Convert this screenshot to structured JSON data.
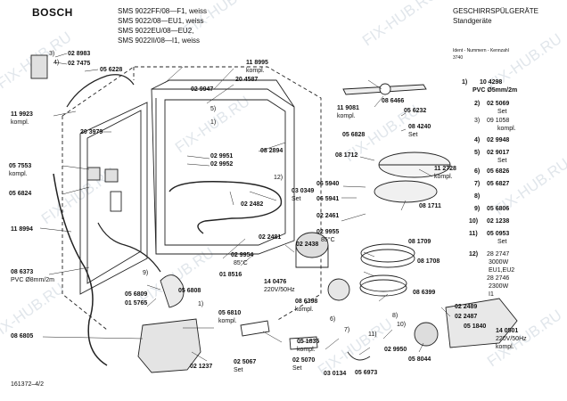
{
  "header": {
    "brand": "BOSCH",
    "models": [
      "SMS 9022FF/08—F1, weiss",
      "SMS 9022/08—EU1, weiss",
      "SMS 9022EU/08—EU2,",
      "SMS 9022II/08—I1, weiss"
    ],
    "category": "GESCHIRRSPÜLGERÄTE",
    "subcategory": "Standgeräte",
    "ident_label": "Ident - Nummern - Kennzahl",
    "ident_value": "3740"
  },
  "footer": {
    "drawing_number": "161372–4/2"
  },
  "watermark": "FIX-HUB.RU",
  "callouts": {
    "c3": "3)",
    "c4": "4)",
    "p02_8983": "02 8983",
    "p02_7475": "02 7475",
    "p05_6228": "05 6228",
    "p11_8995": "11 8995",
    "kompl_a": "kompl.",
    "p20_4587": "20 4587",
    "p02_9947": "02 9947",
    "c5": "5)",
    "c1a": "1)",
    "p11_9923": "11 9923",
    "kompl_b": "kompl.",
    "p20_3979": "20 3979",
    "p02_9951": "02 9951",
    "p02_9952": "02 9952",
    "p08_2894": "08 2894",
    "p05_7553": "05 7553",
    "kompl_c": "kompl.",
    "p05_6824": "05 6824",
    "c12": "12)",
    "p03_0349": "03 0349",
    "set_a": "Set",
    "p02_2482": "02 2482",
    "p11_8994": "11 8994",
    "p02_2481a": "02 2481",
    "p02_2438": "02 2438",
    "p02_9954": "02 9954",
    "deg85a": "85°C",
    "p01_8516": "01 8516",
    "p08_6373": "08 6373",
    "pvc8": "PVC Ø8mm/2m",
    "c9": "9)",
    "p05_6809": "05 6809",
    "p05_6808": "05 6808",
    "p01_5765": "01 5765",
    "c1b": "1)",
    "p05_6810": "05 6810",
    "kompl_d": "kompl.",
    "p08_6805": "08 6805",
    "p02_1237": "02 1237",
    "p05_1835": "05 1835",
    "kompl_e": "kompl.",
    "p02_5067": "02 5067",
    "set_b": "Set",
    "p02_5070": "02 5070",
    "set_c": "Set",
    "p14_0476": "14 0476",
    "v220a": "220V/50Hz",
    "p08_6398": "08 6398",
    "kompl_f": "kompl.",
    "c6": "6)",
    "c7": "7)",
    "p03_0134": "03 0134",
    "p05_6973": "05 6973",
    "p02_9950": "02 9950",
    "p05_8044": "05 8044",
    "c11": "11)",
    "c10": "10)",
    "c8": "8)",
    "p02_2489": "02 2489",
    "p02_2487": "02 2487",
    "p05_1840": "05 1840",
    "p14_0501": "14 0501",
    "v220b": "220V/50Hz",
    "kompl_g": "kompl.",
    "p08_6399": "08 6399",
    "p08_1708": "08 1708",
    "p08_1709": "08 1709",
    "p08_6466": "08 6466",
    "p11_9081": "11 9081",
    "kompl_h": "kompl.",
    "p05_6232": "05 6232",
    "p08_4240": "08 4240",
    "set_d": "Set",
    "p05_6828": "05 6828",
    "p08_1712": "08 1712",
    "p11_2728": "11 2728",
    "kompl_i": "kompl.",
    "p08_1711": "08 1711",
    "p06_5940": "06 5940",
    "p06_5941": "06 5941",
    "p02_2461": "02 2461",
    "p02_9955": "02 9955",
    "deg85b": "85°C"
  },
  "legend": [
    {
      "key": "1)",
      "value": "10 4298",
      "extra": "PVC Ø5mm/2m"
    },
    {
      "key": "2)",
      "value": "02 5069",
      "extra": "Set"
    },
    {
      "key": "3)",
      "value": "09 1058",
      "extra": "kompl."
    },
    {
      "key": "4)",
      "value": "02 9948",
      "extra": ""
    },
    {
      "key": "5)",
      "value": "02 9017",
      "extra": "Set"
    },
    {
      "key": "6)",
      "value": "05 6826",
      "extra": ""
    },
    {
      "key": "7)",
      "value": "05 6827",
      "extra": ""
    },
    {
      "key": "8)",
      "value": "",
      "extra": ""
    },
    {
      "key": "9)",
      "value": "05 6806",
      "extra": ""
    },
    {
      "key": "10)",
      "value": "02 1238",
      "extra": ""
    },
    {
      "key": "11)",
      "value": "05 0953",
      "extra": "Set"
    },
    {
      "key": "12)",
      "value": "28 2747",
      "extra": "3000W"
    }
  ],
  "legend_notes": [
    "EU1,EU2",
    "28 2746",
    "2300W",
    "I1"
  ]
}
